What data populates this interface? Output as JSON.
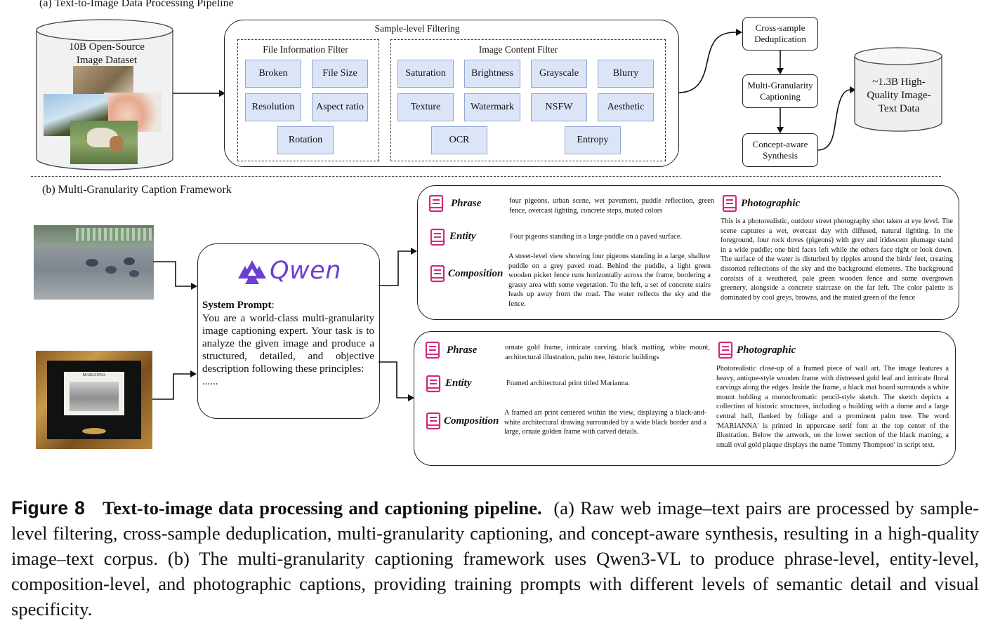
{
  "panel_a": {
    "title": "(a) Text-to-Image Data Processing Pipeline",
    "source_db": {
      "line1": "10B Open-Source",
      "line2": "Image Dataset"
    },
    "sample_filtering": {
      "title": "Sample-level Filtering",
      "file_info": {
        "title": "File Information Filter",
        "items": [
          "Broken",
          "File Size",
          "Resolution",
          "Aspect ratio",
          "Rotation"
        ]
      },
      "image_content": {
        "title": "Image Content Filter",
        "items": [
          "Saturation",
          "Brightness",
          "Grayscale",
          "Blurry",
          "Texture",
          "Watermark",
          "NSFW",
          "Aesthetic",
          "OCR",
          "Entropy"
        ]
      }
    },
    "steps": {
      "dedup": {
        "line1": "Cross-sample",
        "line2": "Deduplication"
      },
      "captioning": {
        "line1": "Multi-Granularity",
        "line2": "Captioning"
      },
      "synthesis": {
        "line1": "Concept-aware",
        "line2": "Synthesis"
      }
    },
    "output_db": {
      "line1": "~1.3B High-",
      "line2": "Quality Image-",
      "line3": "Text Data"
    }
  },
  "panel_b": {
    "title": "(b) Multi-Granularity Caption Framework",
    "logo_text": "Qwen",
    "prompt_label": "System Prompt",
    "prompt_colon": ":",
    "prompt_text": "You are a world-class multi-granularity image captioning expert. Your task is to analyze the given image and produce a structured, detailed, and objective description following these principles:",
    "prompt_ellipsis": "......",
    "label_phrase": "Phrase",
    "label_entity": "Entity",
    "label_composition": "Composition",
    "label_photographic": "Photographic",
    "captions_pigeons": {
      "phrase": "four pigeons, urban scene, wet pavement, puddle reflection, green fence, overcast lighting, concrete steps, muted colors",
      "entity": "Four pigeons standing in a large puddle on a paved surface.",
      "composition": "A street-level view showing four pigeons standing in a large, shallow puddle on a grey paved road. Behind the puddle, a light green wooden picket fence runs horizontally across the frame, bordering a grassy area with some vegetation. To the left, a set of concrete stairs leads up away from the road. The water reflects the sky and the fence.",
      "photographic": "This is a photorealistic, outdoor street photography shot taken at eye level. The scene captures a wet, overcast day with diffused, natural lighting. In the foreground, four rock doves (pigeons) with grey and iridescent plumage stand in a wide puddle; one bird faces left while the others face right or look down. The surface of the water is disturbed by ripples around the birds' feet, creating distorted reflections of the sky and the background elements. The background consists of a weathered, pale green wooden fence and some overgrown greenery, alongside a concrete staircase on the far left. The color palette is dominated by cool greys, browns, and the muted green of the fence"
    },
    "captions_frame": {
      "phrase": "ornate gold frame, intricate carving, black matting, white mount, architectural illustration, palm tree, historic buildings",
      "entity": "Framed architectural print titled Marianna.",
      "composition": "A framed art print centered within the view, displaying a black-and-white architectural drawing surrounded by a wide black border and a large, ornate golden frame with carved details.",
      "photographic": "Photorealistic close-up of a framed piece of wall art. The image features a heavy, antique-style wooden frame with distressed gold leaf and intricate floral carvings along the edges. Inside the frame, a black mat board surrounds a white mount holding a monochromatic pencil-style sketch. The sketch depicts a collection of historic structures, including a building with a dome and a large central hall, flanked by foliage and a prominent palm tree. The word 'MARIANNA' is printed in uppercase serif font at the top center of the illustration. Below the artwork, on the lower section of the black matting, a small oval gold plaque displays the name 'Tommy Thompson' in script text."
    },
    "frame_print_title": "MARIANNA"
  },
  "caption": {
    "figure_label": "Figure 8",
    "title": "Text-to-image data processing and captioning pipeline.",
    "body": "(a) Raw web image–text pairs are processed by sample-level filtering, cross-sample deduplication, multi-granularity captioning, and concept-aware synthesis, resulting in a high-quality image–text corpus. (b) The multi-granularity captioning framework uses Qwen3-VL to produce phrase-level, entity-level, composition-level, and photographic captions, providing training prompts with different levels of semantic detail and visual specificity."
  },
  "colors": {
    "filter_fill": "#dbe5f7",
    "filter_border": "#8fa6d6",
    "book_icon": "#d6287c",
    "qwen_logo": "#6b3fd4"
  },
  "icons": [
    "book-icon",
    "qwen-logo-icon",
    "arrow-icon"
  ]
}
